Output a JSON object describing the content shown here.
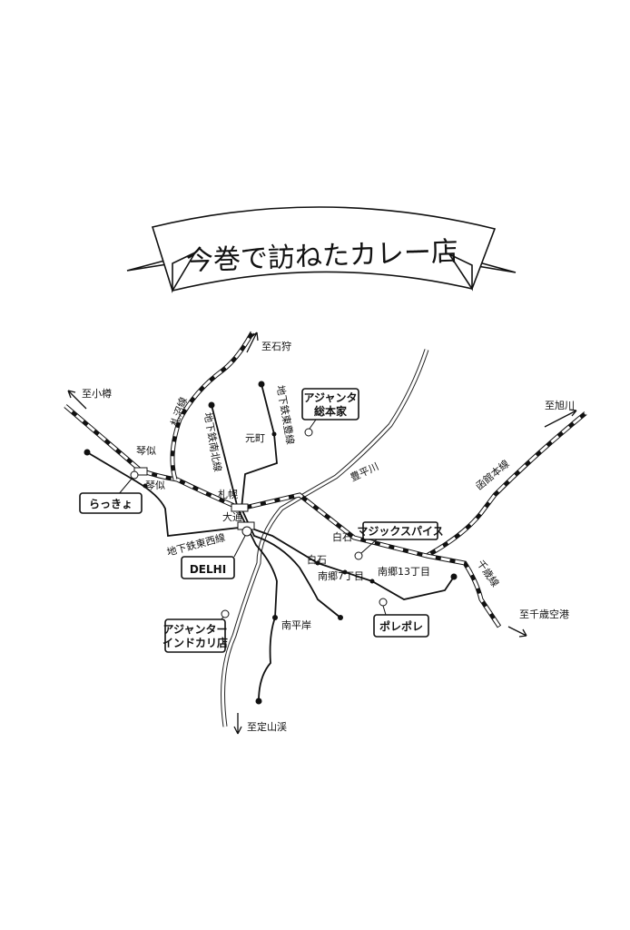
{
  "title": "今巻で訪ねたカレー店",
  "colors": {
    "ink": "#111111",
    "paper": "#ffffff"
  },
  "directions": {
    "ishikari": "至石狩",
    "otaru": "至小樽",
    "asahikawa": "至旭川",
    "airport": "至千歳空港",
    "jozankei": "至定山渓"
  },
  "lines": {
    "sassho": "札沼線",
    "namboku": "地下鉄南北線",
    "toho": "地下鉄東豊線",
    "tozai": "地下鉄東西線",
    "hakodate": "函館本線",
    "chitose": "千歳線"
  },
  "river": "豊平川",
  "stations": {
    "kotoni_jr": "琴似",
    "kotoni_sub": "琴似",
    "sapporo": "札幌",
    "odori": "大通",
    "motomachi": "元町",
    "shiroishi_jr": "白石",
    "shiroishi_sub": "白石",
    "nango7": "南郷7丁目",
    "nango13": "南郷13丁目",
    "minamihiragishi": "南平岸"
  },
  "shops": {
    "rakkyo": "らっきょ",
    "delhi": "DELHI",
    "ajanta_honke_1": "アジャンタ",
    "ajanta_honke_2": "総本家",
    "magic_spice": "マジックスパイス",
    "polepole": "ポレポレ",
    "ajanta_india_1": "アジャンター",
    "ajanta_india_2": "インドカリ店"
  }
}
